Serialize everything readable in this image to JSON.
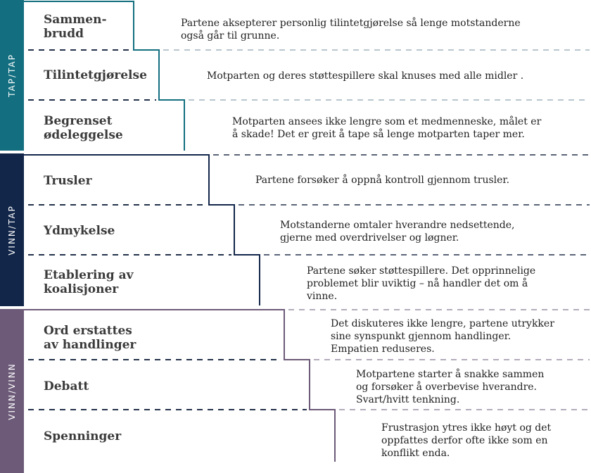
{
  "colors": {
    "tap_tap": "#136f80",
    "vinn_tap": "#12264a",
    "vinn_vinn": "#6c5a78",
    "dash_dark": "#23314a",
    "dash_light": "#9fb3bd"
  },
  "bands": [
    {
      "label": "TAP/TAP"
    },
    {
      "label": "VINN/TAP"
    },
    {
      "label": "VINN/VINN"
    }
  ],
  "stages": [
    {
      "label": "Sammen-\nbrudd",
      "description": "Partene aksepterer personlig tilintetgjørelse så lenge motstanderne\nogså går til grunne."
    },
    {
      "label": "Tilintetgjørelse",
      "description": "Motparten og deres støttespillere skal knuses med alle midler ."
    },
    {
      "label": "Begrenset\nødeleggelse",
      "description": "Motparten ansees ikke lengre som et medmenneske, målet er\nå skade! Det er greit å tape så lenge motparten taper mer."
    },
    {
      "label": "Trusler",
      "description": "Partene forsøker å oppnå kontroll gjennom trusler."
    },
    {
      "label": "Ydmykelse",
      "description": "Motstanderne omtaler hverandre nedsettende,\ngjerne med overdrivelser og løgner."
    },
    {
      "label": "Etablering av\nkoalisjoner",
      "description": "Partene søker støttespillere. Det opprinnelige\nproblemet blir uviktig – nå handler det om å\nvinne."
    },
    {
      "label": "Ord erstattes\nav handlinger",
      "description": "Det diskuteres ikke lengre, partene utrykker\nsine synspunkt gjennom handlinger.\nEmpatien reduseres."
    },
    {
      "label": "Debatt",
      "description": "Motpartene starter å snakke sammen\nog forsøker å overbevise hverandre.\nSvart/hvitt tenkning."
    },
    {
      "label": "Spenninger",
      "description": "Frustrasjon ytres ikke høyt og det\noppfattes derfor ofte ikke som en\nkonflikt enda."
    }
  ]
}
